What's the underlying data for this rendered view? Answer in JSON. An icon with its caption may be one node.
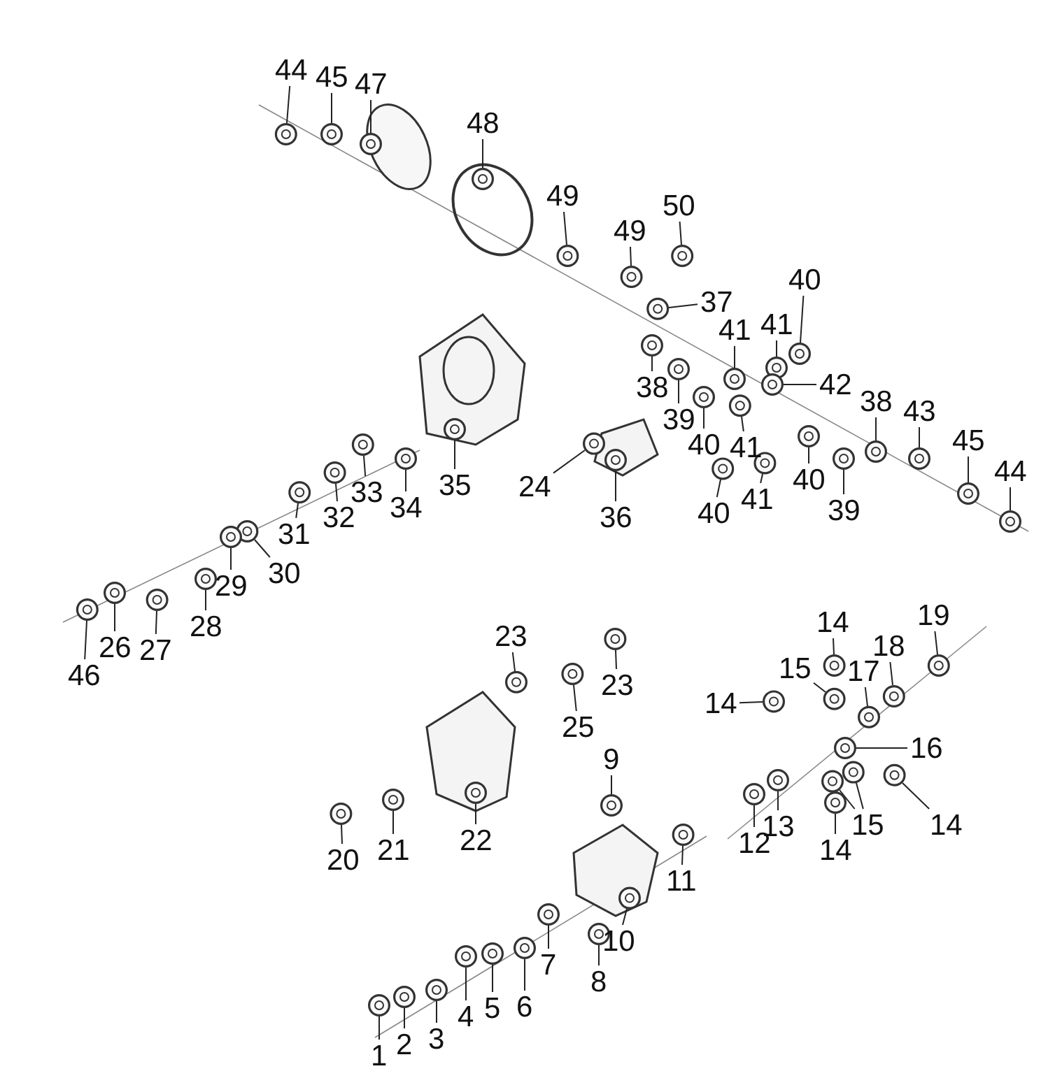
{
  "diagram": {
    "nodes": [
      {
        "text": [
          "44"
        ]
      },
      {
        "text": [
          "45"
        ]
      },
      {
        "text": [
          "47"
        ]
      },
      {
        "text": [
          "48"
        ]
      },
      {
        "text": [
          "49"
        ]
      },
      {
        "text": [
          "50"
        ]
      },
      {
        "text": [
          "49"
        ]
      },
      {
        "text": [
          "40"
        ]
      },
      {
        "text": [
          "37"
        ]
      },
      {
        "text": [
          "41"
        ]
      },
      {
        "text": [
          "41"
        ]
      },
      {
        "text": [
          "42"
        ]
      },
      {
        "text": [
          "38"
        ]
      },
      {
        "text": [
          "43"
        ]
      },
      {
        "text": [
          "38"
        ]
      },
      {
        "text": [
          "39"
        ]
      },
      {
        "text": [
          "45"
        ]
      },
      {
        "text": [
          "44"
        ]
      },
      {
        "text": [
          "35"
        ]
      },
      {
        "text": [
          "24"
        ]
      },
      {
        "text": [
          "40"
        ]
      },
      {
        "text": [
          "41"
        ]
      },
      {
        "text": [
          "36"
        ]
      },
      {
        "text": [
          "40"
        ]
      },
      {
        "text": [
          "39"
        ]
      },
      {
        "text": [
          "40"
        ]
      },
      {
        "text": [
          "41"
        ]
      },
      {
        "text": [
          "33"
        ]
      },
      {
        "text": [
          "34"
        ]
      },
      {
        "text": [
          "32"
        ]
      },
      {
        "text": [
          "31"
        ]
      },
      {
        "text": [
          "30"
        ]
      },
      {
        "text": [
          "29"
        ]
      },
      {
        "text": [
          "28"
        ]
      },
      {
        "text": [
          "27"
        ]
      },
      {
        "text": [
          "26"
        ]
      },
      {
        "text": [
          "46"
        ]
      },
      {
        "text": [
          "14"
        ]
      },
      {
        "text": [
          "19"
        ]
      },
      {
        "text": [
          "18"
        ]
      },
      {
        "text": [
          "15"
        ]
      },
      {
        "text": [
          "17"
        ]
      },
      {
        "text": [
          "14"
        ]
      },
      {
        "text": [
          "23"
        ]
      },
      {
        "text": [
          "23"
        ]
      },
      {
        "text": [
          "25"
        ]
      },
      {
        "text": [
          "16"
        ]
      },
      {
        "text": [
          "9"
        ]
      },
      {
        "text": [
          "13"
        ]
      },
      {
        "text": [
          "12"
        ]
      },
      {
        "text": [
          "15"
        ]
      },
      {
        "text": [
          "14"
        ]
      },
      {
        "text": [
          "14"
        ]
      },
      {
        "text": [
          "11"
        ]
      },
      {
        "text": [
          "20"
        ]
      },
      {
        "text": [
          "21"
        ]
      },
      {
        "text": [
          "22"
        ]
      },
      {
        "text": [
          "10"
        ]
      },
      {
        "text": [
          "7"
        ]
      },
      {
        "text": [
          "8"
        ]
      },
      {
        "text": [
          "6"
        ]
      },
      {
        "text": [
          "5"
        ]
      },
      {
        "text": [
          "4"
        ]
      },
      {
        "text": [
          "3"
        ]
      },
      {
        "text": [
          "2"
        ]
      },
      {
        "text": [
          "1"
        ]
      },
      {
        "text": [],
        "shape": "picture"
      },
      {
        "text": [],
        "shape": "picture"
      },
      {
        "text": [],
        "shape": "picture"
      },
      {
        "text": [],
        "shape": "picture"
      },
      {
        "text": [],
        "shape": "picture"
      },
      {
        "text": [],
        "shape": "picture"
      },
      {
        "text": [],
        "shape": "picture"
      },
      {
        "text": [],
        "shape": "picture"
      },
      {
        "text": [],
        "shape": "picture"
      },
      {
        "text": [],
        "shape": "picture"
      },
      {
        "text": [],
        "shape": "picture"
      },
      {
        "text": [],
        "shape": "picture"
      },
      {
        "text": [],
        "shape": "picture"
      },
      {
        "text": [],
        "shape": "picture"
      },
      {
        "text": [],
        "shape": "picture"
      },
      {
        "text": [],
        "shape": "picture"
      },
      {
        "text": [],
        "shape": "picture"
      },
      {
        "text": [],
        "shape": "picture"
      },
      {
        "text": [],
        "shape": "picture"
      },
      {
        "text": [],
        "shape": "picture"
      },
      {
        "text": [],
        "shape": "picture"
      },
      {
        "text": [],
        "shape": "picture"
      },
      {
        "text": [],
        "shape": "picture"
      },
      {
        "text": [],
        "shape": "picture"
      },
      {
        "text": [],
        "shape": "picture"
      },
      {
        "text": [],
        "shape": "picture"
      },
      {
        "text": [],
        "shape": "picture"
      },
      {
        "text": [],
        "shape": "picture"
      },
      {
        "text": [],
        "shape": "picture"
      },
      {
        "text": [],
        "shape": "picture"
      },
      {
        "text": [],
        "shape": "picture"
      },
      {
        "text": [],
        "shape": "picture"
      },
      {
        "text": [],
        "shape": "picture"
      },
      {
        "text": [],
        "shape": "picture"
      },
      {
        "text": [],
        "shape": "picture"
      },
      {
        "text": [],
        "shape": "picture"
      },
      {
        "text": [],
        "shape": "picture"
      },
      {
        "text": [],
        "shape": "picture"
      },
      {
        "text": [],
        "shape": "picture"
      },
      {
        "text": [],
        "shape": "picture"
      },
      {
        "text": [],
        "shape": "picture"
      },
      {
        "text": [],
        "shape": "picture"
      },
      {
        "text": [],
        "shape": "picture"
      },
      {
        "text": [],
        "shape": "picture"
      },
      {
        "text": [],
        "shape": "picture"
      },
      {
        "text": [],
        "shape": "picture"
      },
      {
        "text": [],
        "shape": "picture"
      },
      {
        "text": [],
        "shape": "picture"
      },
      {
        "text": [],
        "shape": "picture"
      },
      {
        "text": [],
        "shape": "picture"
      },
      {
        "text": [],
        "shape": "picture"
      },
      {
        "text": [],
        "shape": "picture"
      },
      {
        "text": [],
        "shape": "picture"
      },
      {
        "text": [],
        "shape": "picture"
      },
      {
        "text": [],
        "shape": "picture"
      },
      {
        "text": [],
        "shape": "picture"
      },
      {
        "text": [],
        "shape": "picture"
      },
      {
        "text": [],
        "shape": "picture"
      },
      {
        "text": [],
        "shape": "picture"
      },
      {
        "text": [],
        "shape": "picture"
      },
      {
        "text": [],
        "shape": "picture"
      },
      {
        "text": [],
        "shape": "picture"
      },
      {
        "text": [],
        "shape": "picture"
      },
      {
        "text": [],
        "shape": "picture"
      },
      {
        "text": [],
        "shape": "picture"
      },
      {
        "text": [],
        "shape": "picture"
      },
      {
        "text": [],
        "shape": "picture"
      }
    ],
    "edges": [
      {
        "from": 0,
        "to": 66,
        "arrow": "none"
      },
      {
        "from": 1,
        "to": 67,
        "arrow": "none"
      },
      {
        "from": 2,
        "to": 68,
        "arrow": "none"
      },
      {
        "from": 3,
        "to": 69,
        "arrow": "none"
      },
      {
        "from": 4,
        "to": 70,
        "arrow": "none"
      },
      {
        "from": 5,
        "to": 71,
        "arrow": "none"
      },
      {
        "from": 6,
        "to": 72,
        "arrow": "none"
      },
      {
        "from": 7,
        "to": 73,
        "arrow": "none"
      },
      {
        "from": 8,
        "to": 74,
        "arrow": "none"
      },
      {
        "from": 9,
        "to": 75,
        "arrow": "none"
      },
      {
        "from": 10,
        "to": 76,
        "arrow": "none"
      },
      {
        "from": 11,
        "to": 77,
        "arrow": "none"
      },
      {
        "from": 12,
        "to": 78,
        "arrow": "none"
      },
      {
        "from": 13,
        "to": 79,
        "arrow": "none"
      },
      {
        "from": 14,
        "to": 80,
        "arrow": "none"
      },
      {
        "from": 15,
        "to": 81,
        "arrow": "none"
      },
      {
        "from": 16,
        "to": 82,
        "arrow": "none"
      },
      {
        "from": 17,
        "to": 83,
        "arrow": "none"
      },
      {
        "from": 18,
        "to": 84,
        "arrow": "none"
      },
      {
        "from": 19,
        "to": 85,
        "arrow": "none"
      },
      {
        "from": 20,
        "to": 86,
        "arrow": "none"
      },
      {
        "from": 21,
        "to": 87,
        "arrow": "none"
      },
      {
        "from": 22,
        "to": 88,
        "arrow": "none"
      },
      {
        "from": 23,
        "to": 89,
        "arrow": "none"
      },
      {
        "from": 24,
        "to": 90,
        "arrow": "none"
      },
      {
        "from": 25,
        "to": 91,
        "arrow": "none"
      },
      {
        "from": 26,
        "to": 92,
        "arrow": "none"
      },
      {
        "from": 27,
        "to": 93,
        "arrow": "none"
      },
      {
        "from": 28,
        "to": 94,
        "arrow": "none"
      },
      {
        "from": 29,
        "to": 95,
        "arrow": "none"
      },
      {
        "from": 30,
        "to": 96,
        "arrow": "none"
      },
      {
        "from": 31,
        "to": 97,
        "arrow": "none"
      },
      {
        "from": 32,
        "to": 98,
        "arrow": "none"
      },
      {
        "from": 33,
        "to": 99,
        "arrow": "none"
      },
      {
        "from": 34,
        "to": 100,
        "arrow": "none"
      },
      {
        "from": 35,
        "to": 101,
        "arrow": "none"
      },
      {
        "from": 36,
        "to": 102,
        "arrow": "none"
      },
      {
        "from": 37,
        "to": 103,
        "arrow": "none"
      },
      {
        "from": 38,
        "to": 104,
        "arrow": "none"
      },
      {
        "from": 39,
        "to": 105,
        "arrow": "none"
      },
      {
        "from": 40,
        "to": 106,
        "arrow": "none"
      },
      {
        "from": 41,
        "to": 107,
        "arrow": "none"
      },
      {
        "from": 42,
        "to": 108,
        "arrow": "none"
      },
      {
        "from": 43,
        "to": 109,
        "arrow": "none"
      },
      {
        "from": 44,
        "to": 110,
        "arrow": "none"
      },
      {
        "from": 45,
        "to": 111,
        "arrow": "none"
      },
      {
        "from": 46,
        "to": 112,
        "arrow": "none"
      },
      {
        "from": 47,
        "to": 113,
        "arrow": "none"
      },
      {
        "from": 48,
        "to": 114,
        "arrow": "none"
      },
      {
        "from": 49,
        "to": 115,
        "arrow": "none"
      },
      {
        "from": 50,
        "to": 116,
        "arrow": "none"
      },
      {
        "from": 50,
        "to": 117,
        "arrow": "none"
      },
      {
        "from": 51,
        "to": 118,
        "arrow": "none"
      },
      {
        "from": 52,
        "to": 119,
        "arrow": "none"
      },
      {
        "from": 53,
        "to": 120,
        "arrow": "none"
      },
      {
        "from": 54,
        "to": 121,
        "arrow": "none"
      },
      {
        "from": 55,
        "to": 122,
        "arrow": "none"
      },
      {
        "from": 56,
        "to": 123,
        "arrow": "none"
      },
      {
        "from": 57,
        "to": 124,
        "arrow": "none"
      },
      {
        "from": 58,
        "to": 125,
        "arrow": "none"
      },
      {
        "from": 59,
        "to": 126,
        "arrow": "none"
      },
      {
        "from": 60,
        "to": 127,
        "arrow": "none"
      },
      {
        "from": 61,
        "to": 128,
        "arrow": "none"
      },
      {
        "from": 62,
        "to": 129,
        "arrow": "none"
      },
      {
        "from": 63,
        "to": 130,
        "arrow": "none"
      },
      {
        "from": 64,
        "to": 131,
        "arrow": "none"
      },
      {
        "from": 65,
        "to": 132,
        "arrow": "none"
      }
    ]
  }
}
